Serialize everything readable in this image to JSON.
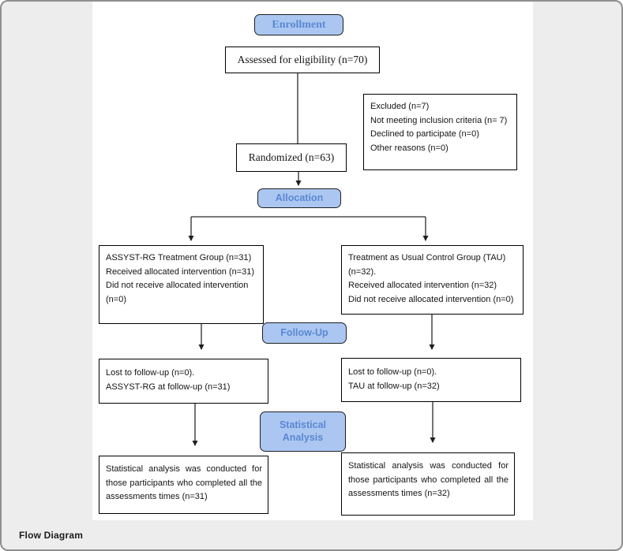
{
  "window": {
    "caption": "Flow Diagram"
  },
  "colors": {
    "stage_fill": "#abc7f1",
    "stage_text": "#5b87d3",
    "stage_border": "#1f1f1f",
    "box_border": "#000000",
    "page_background": "#ededee"
  },
  "stage_labels": {
    "enrollment": "Enrollment",
    "allocation": "Allocation",
    "follow_up": "Follow-Up",
    "statistical_analysis": [
      "Statistical",
      "Analysis"
    ]
  },
  "enrollment_flow": {
    "assessed": "Assessed for eligibility (n=70)",
    "excluded_lines": [
      "Excluded (n=7)",
      "Not meeting inclusion criteria (n= 7)",
      "Declined to participate (n=0)",
      "Other reasons (n=0)"
    ],
    "randomized": "Randomized (n=63)"
  },
  "allocation_flow": {
    "treatment_lines": [
      "ASSYST-RG Treatment Group (n=31)",
      "Received allocated intervention (n=31)",
      "Did not receive allocated intervention (n=0)"
    ],
    "control_lines": [
      "Treatment as Usual Control Group (TAU) (n=32).",
      "Received allocated intervention (n=32)",
      "Did not receive allocated intervention (n=0)"
    ]
  },
  "follow_up_flow": {
    "treatment_lines": [
      "Lost to follow-up (n=0).",
      "ASSYST-RG at follow-up (n=31)"
    ],
    "control_lines": [
      "Lost to follow-up (n=0).",
      "TAU at follow-up (n=32)"
    ]
  },
  "analysis_flow": {
    "treatment_text": "Statistical analysis was conducted for those participants who completed all the assessments times (n=31)",
    "control_text": "Statistical analysis was conducted for those participants who completed all the assessments times (n=32)"
  }
}
